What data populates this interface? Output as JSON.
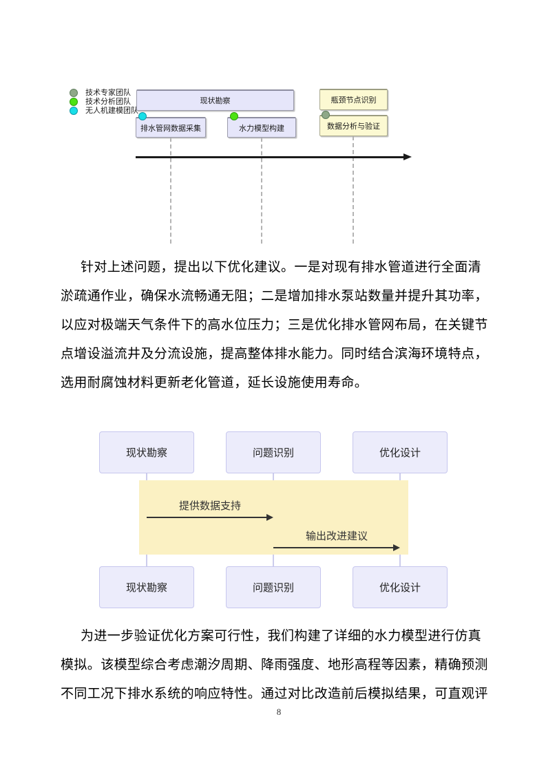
{
  "page": {
    "number": "8"
  },
  "timeline_diagram": {
    "legend": [
      {
        "label": "技术专家团队",
        "color": "#8fa888"
      },
      {
        "label": "技术分析团队",
        "color": "#4ce312"
      },
      {
        "label": "无人机建模团队",
        "color": "#18dfe8"
      }
    ],
    "tasks": {
      "survey": "现状勘察",
      "pipe_data": "排水管网数据采集",
      "hydraulic_model": "水力模型构建",
      "bottleneck": "瓶颈节点识别",
      "data_analysis": "数据分析与验证"
    },
    "colors": {
      "lavender_fill": "#e6e6fa",
      "cream_fill": "#fcf9d2",
      "axis_arrow": "#1a1a1a",
      "dashed_line": "#b3b3b3"
    }
  },
  "paragraph1": {
    "lines": [
      "针对上述问题，提出以下优化建议。一是对现有排水管道进行全面清",
      "淤疏通作业，确保水流畅通无阻；二是增加排水泵站数量并提升其功率，",
      "以应对极端天气条件下的高水位压力；三是优化排水管网布局，在关键节",
      "点增设溢流井及分流设施，提高整体排水能力。同时结合滨海环境特点，",
      "选用耐腐蚀材料更新老化管道，延长设施使用寿命。"
    ]
  },
  "sequence_diagram": {
    "actors": [
      "现状勘察",
      "问题识别",
      "优化设计"
    ],
    "messages": [
      {
        "label": "提供数据支持",
        "from": "现状勘察",
        "to": "问题识别"
      },
      {
        "label": "输出改进建议",
        "from": "问题识别",
        "to": "优化设计"
      }
    ],
    "colors": {
      "actor_fill": "#ececfb",
      "actor_border": "#c6c6ee",
      "highlight_fill": "#fbf1c3",
      "lifeline": "#ccccec",
      "arrow": "#333333"
    }
  },
  "paragraph2": {
    "lines": [
      "为进一步验证优化方案可行性，我们构建了详细的水力模型进行仿真",
      "模拟。该模型综合考虑潮汐周期、降雨强度、地形高程等因素，精确预测",
      "不同工况下排水系统的响应特性。通过对比改造前后模拟结果，可直观评"
    ]
  }
}
